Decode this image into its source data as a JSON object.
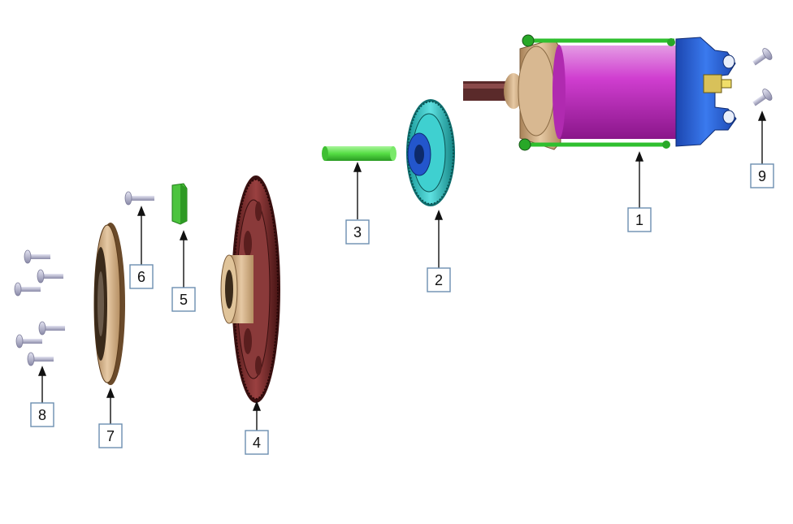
{
  "diagram": {
    "callouts": [
      {
        "id": "1",
        "label": "1"
      },
      {
        "id": "2",
        "label": "2"
      },
      {
        "id": "3",
        "label": "3"
      },
      {
        "id": "4",
        "label": "4"
      },
      {
        "id": "5",
        "label": "5"
      },
      {
        "id": "6",
        "label": "6"
      },
      {
        "id": "7",
        "label": "7"
      },
      {
        "id": "8",
        "label": "8"
      },
      {
        "id": "9",
        "label": "9"
      }
    ],
    "colors": {
      "motor_body": "#cc22cc",
      "motor_end_cap": "#d9b48c",
      "motor_rear_cap": "#2a62d8",
      "tie_rods": "#33cc33",
      "gear": "#2ec8c8",
      "gear_hub": "#2356cc",
      "shaft": "#66ee55",
      "key": "#55cc44",
      "flywheel": "#7a2e2e",
      "flywheel_hub": "#e0c49a",
      "rotor": "#c9a882",
      "bolts": "#b8b8d4",
      "label_border": "#6c8fb0"
    }
  }
}
